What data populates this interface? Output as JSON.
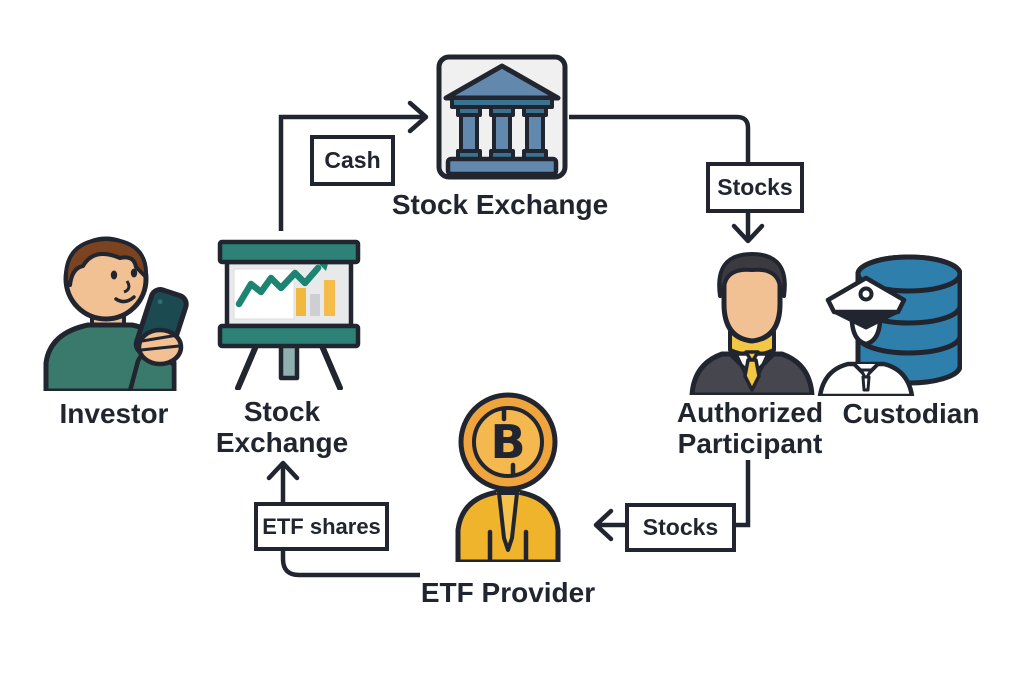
{
  "diagram_type": "flow-diagram",
  "nodes": {
    "investor": {
      "label": "Investor",
      "icon": "person-with-phone-icon"
    },
    "exchange_board": {
      "label_line1": "Stock",
      "label_line2": "Exchange",
      "icon": "stock-chart-easel-icon"
    },
    "exchange_bank": {
      "label": "Stock Exchange",
      "icon": "bank-building-icon"
    },
    "authorized_participant": {
      "label_line1": "Authorized",
      "label_line2": "Participant",
      "icon": "businessman-icon"
    },
    "custodian": {
      "label": "Custodian",
      "icon": "guard-with-database-icon"
    },
    "etf_provider": {
      "label": "ETF Provider",
      "icon": "bitcoin-person-icon"
    }
  },
  "edges": [
    {
      "id": "cash",
      "label": "Cash",
      "from": "exchange_board",
      "to": "exchange_bank"
    },
    {
      "id": "stocks-to-participant",
      "label": "Stocks",
      "from": "exchange_bank",
      "to": "authorized_participant"
    },
    {
      "id": "stocks-to-provider",
      "label": "Stocks",
      "from": "authorized_participant",
      "to": "etf_provider"
    },
    {
      "id": "etf-shares",
      "label": "ETF shares",
      "from": "etf_provider",
      "to": "exchange_board"
    }
  ],
  "palette": {
    "outline": "#21252F",
    "teal": "#2E8176",
    "shirt_teal": "#3A7A6D",
    "slate_blue": "#6288AE",
    "deep_blue": "#3A7391",
    "database_blue": "#2F7FAC",
    "gold": "#F0B42C",
    "coin_orange": "#F0A43E",
    "tie_yellow": "#F2C744",
    "skin": "#F2C193",
    "hair_brown": "#7B431F",
    "suit_gray": "#46464E",
    "chart_green": "#1C8471",
    "background": "#FFFFFF"
  }
}
